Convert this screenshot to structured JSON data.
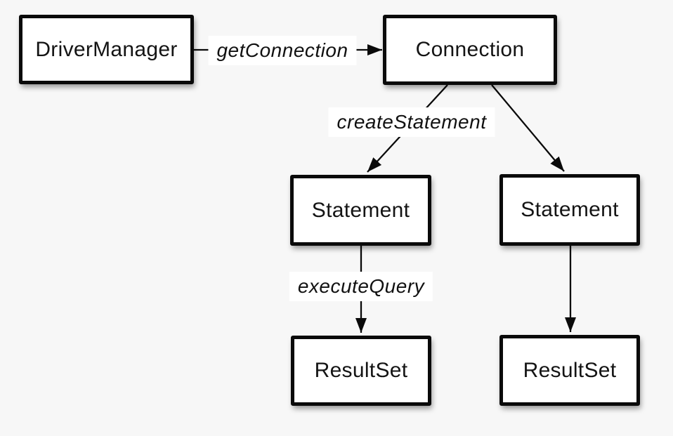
{
  "diagram": {
    "background_color": "#f7f7f7",
    "node_fill_color": "#ffffff",
    "node_border_color": "#0a0a0a",
    "line_color": "#0a0a0a",
    "nodes": [
      {
        "id": "drivermanager",
        "label": "DriverManager"
      },
      {
        "id": "connection",
        "label": "Connection"
      },
      {
        "id": "statement-left",
        "label": "Statement"
      },
      {
        "id": "statement-right",
        "label": "Statement"
      },
      {
        "id": "resultset-left",
        "label": "ResultSet"
      },
      {
        "id": "resultset-right",
        "label": "ResultSet"
      }
    ],
    "edges": [
      {
        "from": "DriverManager",
        "to": "Connection",
        "label": "getConnection"
      },
      {
        "from": "Connection",
        "to": "Statement (left)",
        "label": "createStatement"
      },
      {
        "from": "Connection",
        "to": "Statement (right)",
        "label": ""
      },
      {
        "from": "Statement (left)",
        "to": "ResultSet (left)",
        "label": "executeQuery"
      },
      {
        "from": "Statement (right)",
        "to": "ResultSet (right)",
        "label": ""
      }
    ]
  }
}
